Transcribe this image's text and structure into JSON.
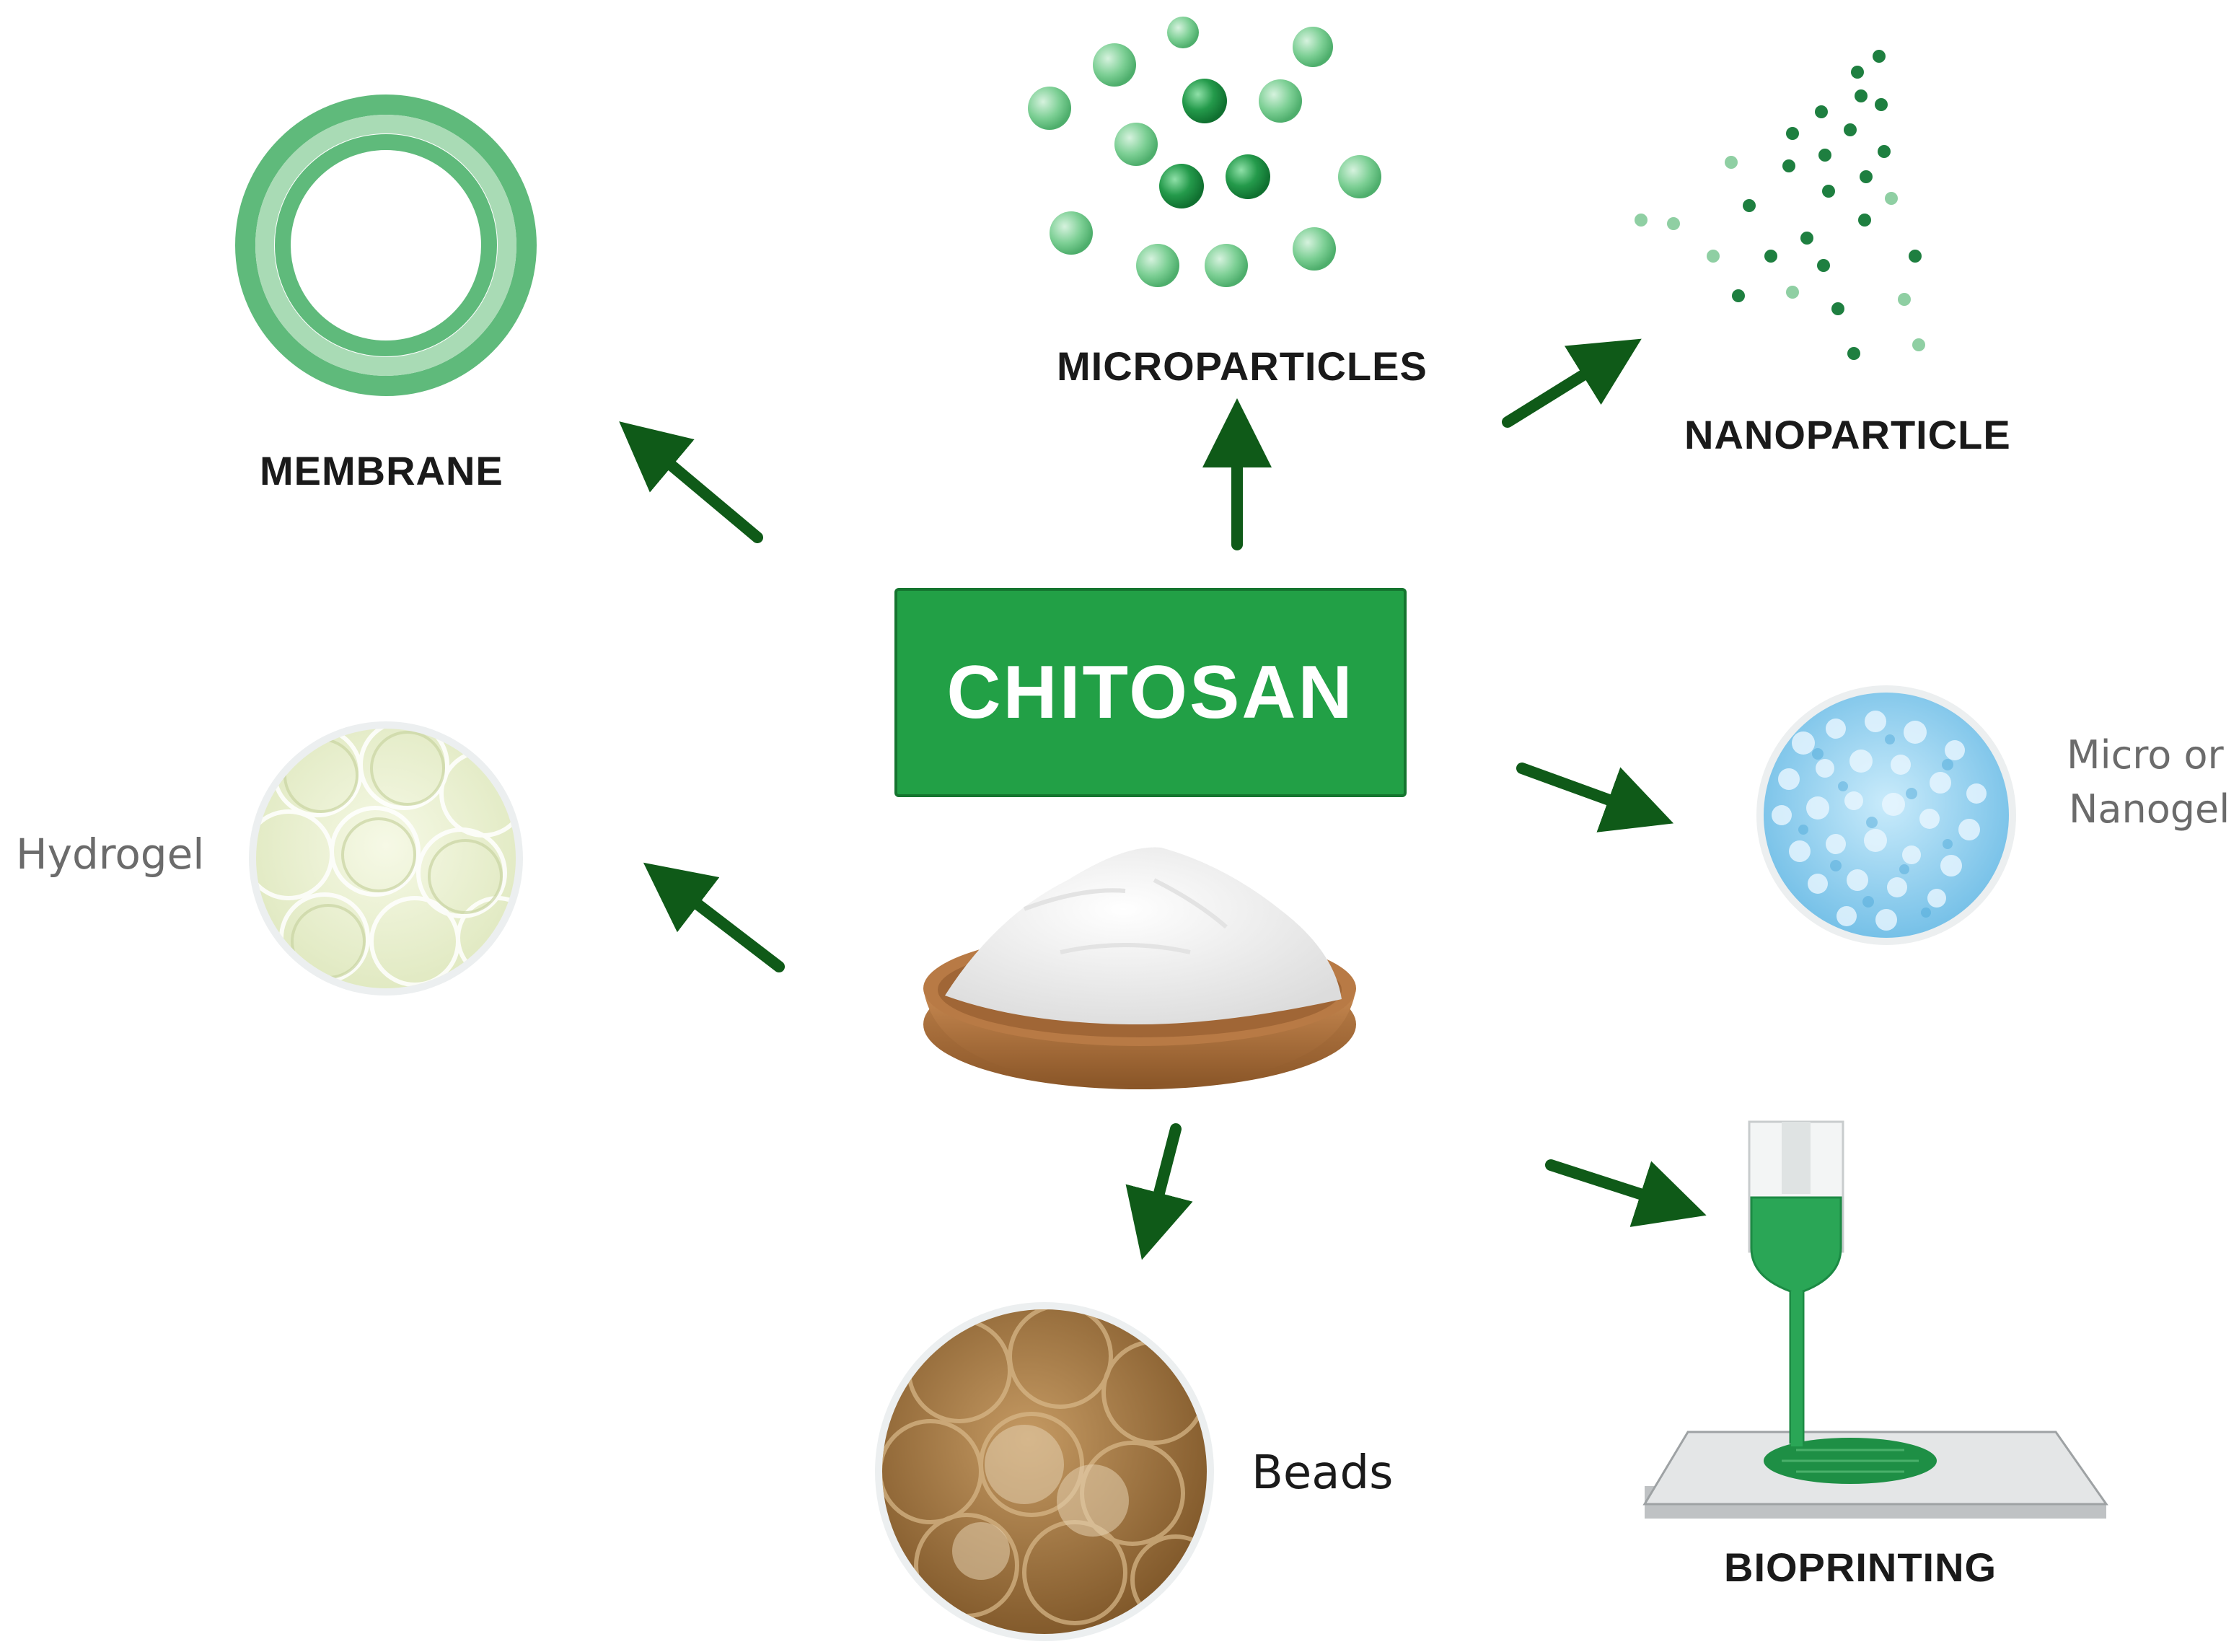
{
  "title": "CHITOSAN",
  "colors": {
    "brand_green": "#22a046",
    "arrow_green": "#0f5a18",
    "hydrogel": "#e9f0d2",
    "gel_blue": "#9ad2ee",
    "beads_brown": "#a77b45"
  },
  "forms": [
    {
      "id": "membrane",
      "label": "MEMBRANE",
      "icon": "ring-icon"
    },
    {
      "id": "microparticles",
      "label": "MICROPARTICLES",
      "icon": "microsphere-cluster-icon"
    },
    {
      "id": "nanoparticle",
      "label": "NANOPARTICLE",
      "icon": "nanoparticle-spray-icon"
    },
    {
      "id": "micro_nanogel",
      "label_line1": "Micro or",
      "label_line2": "Nanogel",
      "icon": "blue-gel-icon"
    },
    {
      "id": "bioprinting",
      "label": "BIOPRINTING",
      "icon": "bioprinter-nozzle-icon"
    },
    {
      "id": "beads",
      "label": "Beads",
      "icon": "brown-beads-icon"
    },
    {
      "id": "hydrogel",
      "label": "Hydrogel",
      "icon": "hydrogel-spheres-icon"
    }
  ],
  "source_icon": "powder-bowl-icon"
}
